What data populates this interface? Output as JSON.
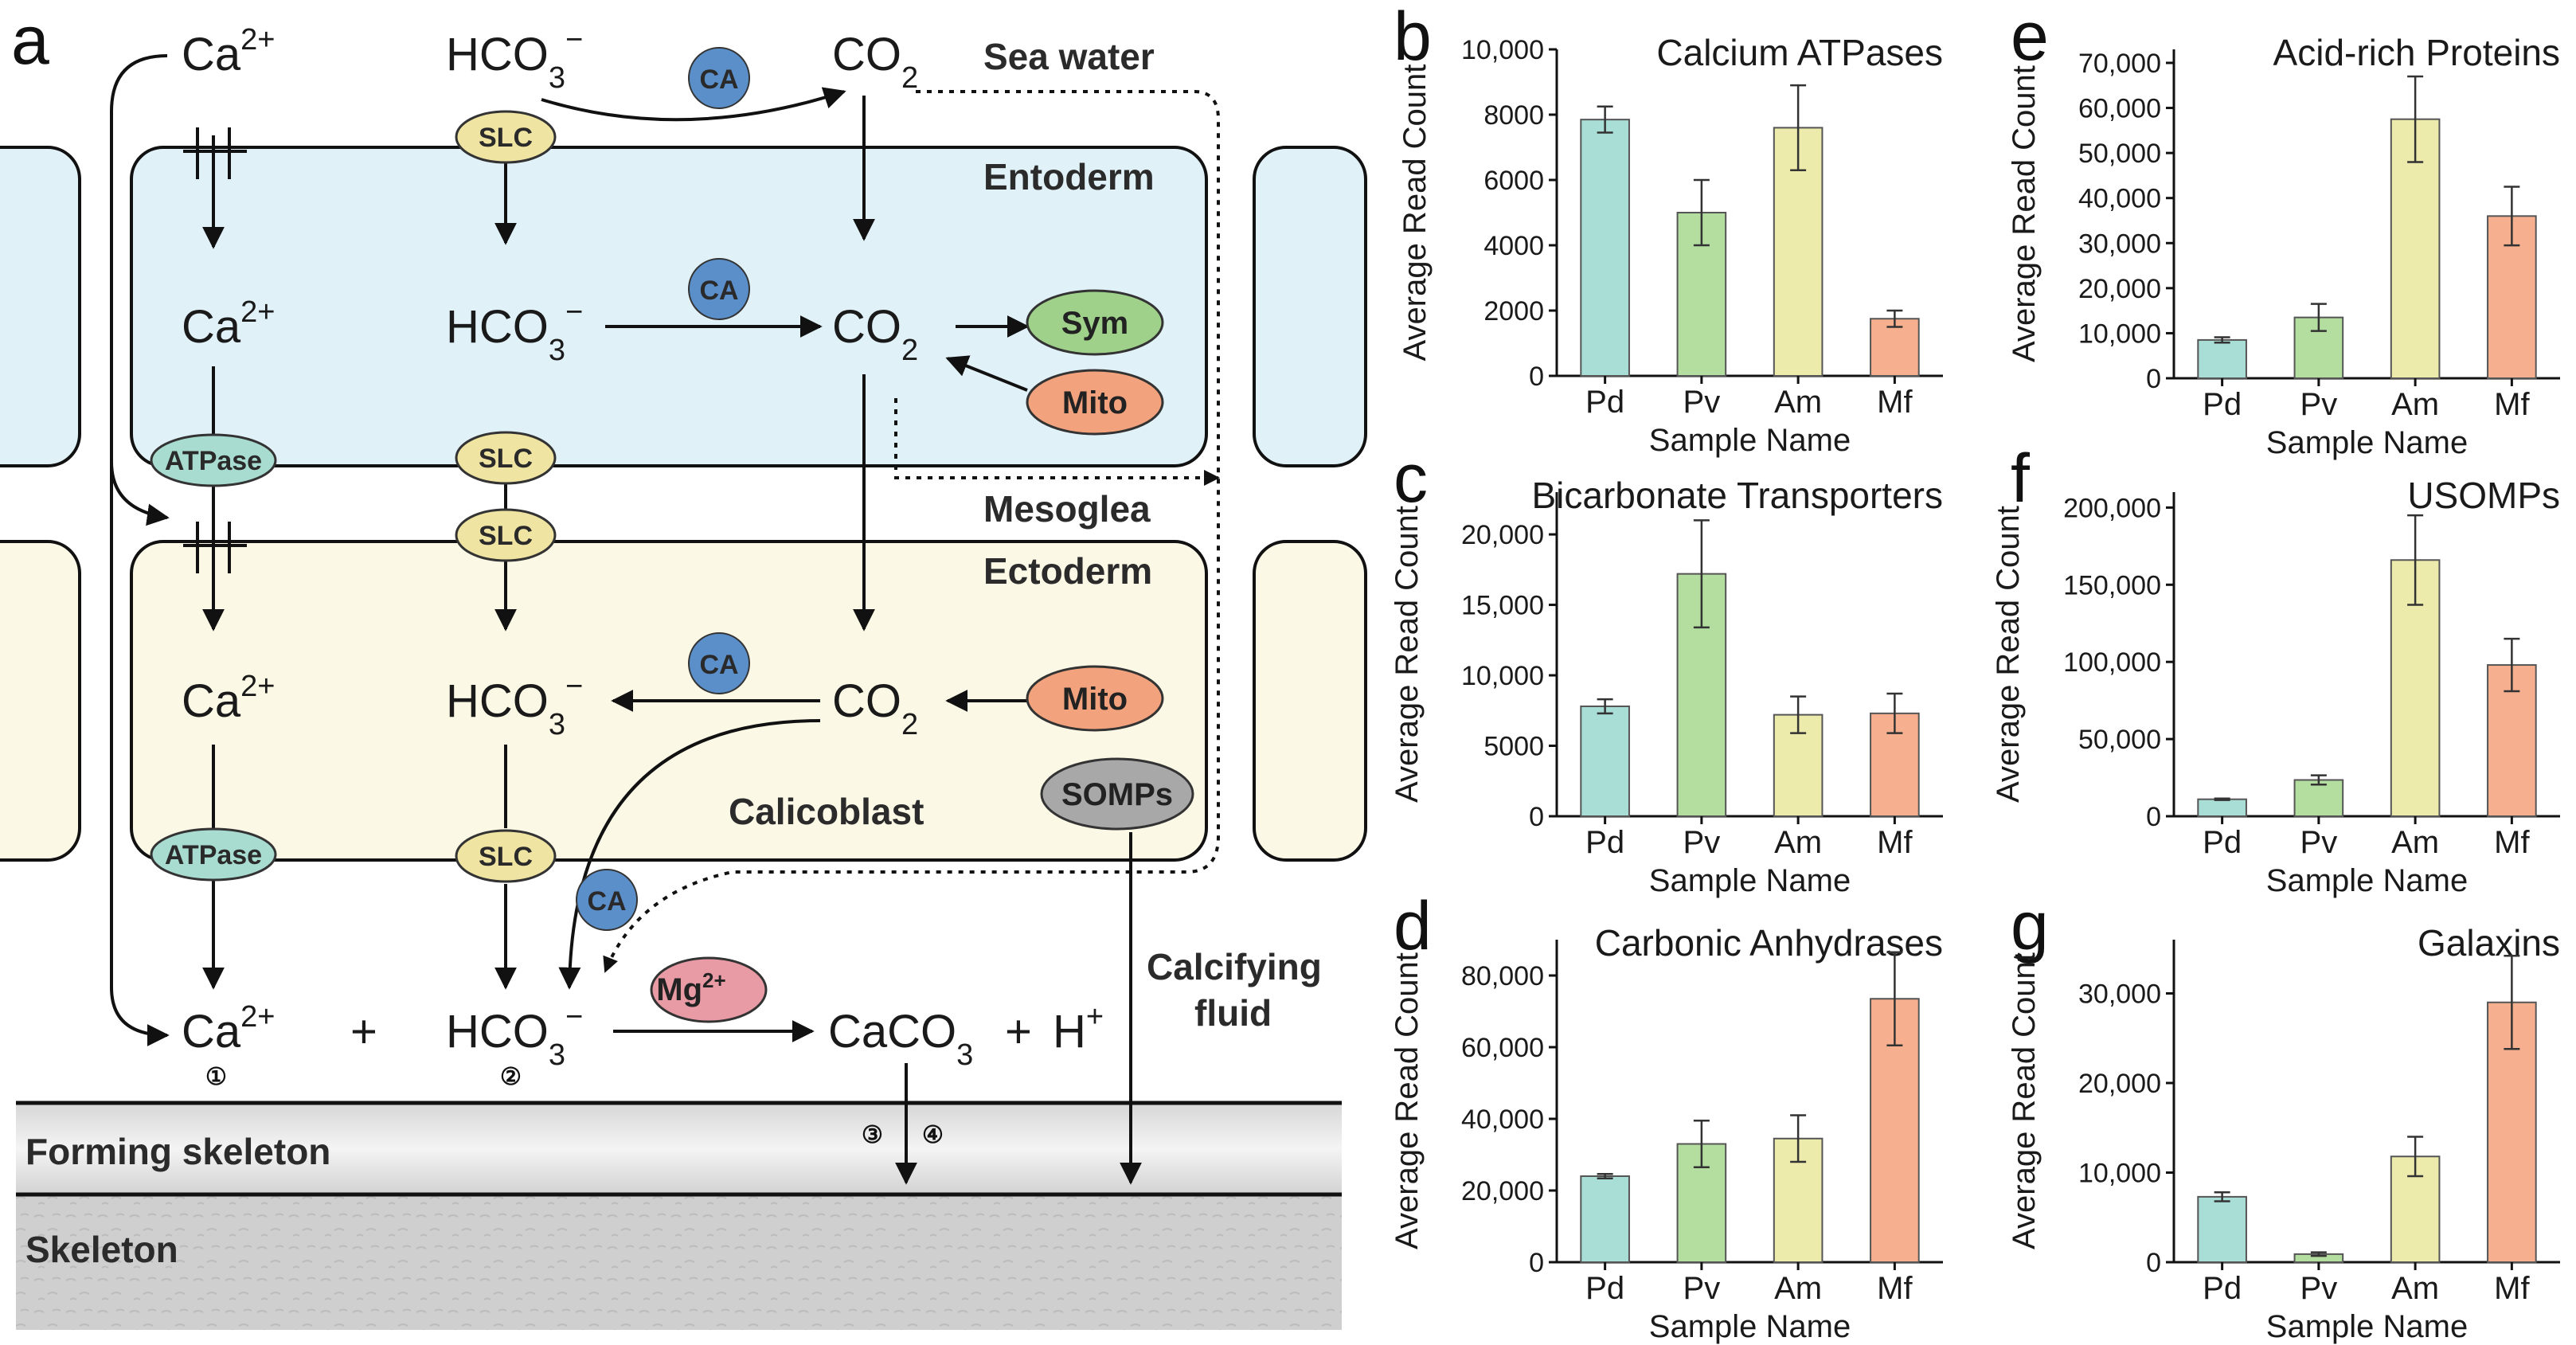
{
  "diagram": {
    "panel_label": "a",
    "compartments": {
      "sea_water": "Sea water",
      "entoderm": "Entoderm",
      "mesoglea": "Mesoglea",
      "ectoderm": "Ectoderm",
      "calicoblast": "Calicoblast",
      "calcifying_fluid": "Calcifying fluid",
      "forming_skeleton": "Forming skeleton",
      "skeleton": "Skeleton"
    },
    "species": {
      "ca": "Ca",
      "ca_charge": "2+",
      "hco3": "HCO",
      "hco3_sub": "3",
      "hco3_charge": "−",
      "co2": "CO",
      "co2_sub": "2",
      "caco3": "CaCO",
      "caco3_sub": "3",
      "plus": "+",
      "h": "H",
      "h_charge": "+",
      "mg": "Mg",
      "mg_charge": "2+"
    },
    "labels": {
      "ca_enzyme": "CA",
      "slc": "SLC",
      "atpase": "ATPase",
      "sym": "Sym",
      "mito": "Mito",
      "somps": "SOMPs"
    },
    "step_numbers": [
      "①",
      "②",
      "③",
      "④"
    ],
    "colors": {
      "entoderm_fill": "#e0f1f8",
      "ectoderm_fill": "#fbf8e5",
      "ca_enzyme": "#5b8fc9",
      "slc": "#efe4a2",
      "atpase": "#a8dcd0",
      "sym": "#9fd18a",
      "mito": "#f2a27c",
      "somps": "#a8a8a8",
      "mg": "#e89aa5"
    }
  },
  "chart_data": [
    {
      "panel": "b",
      "type": "bar",
      "title": "Calcium ATPases",
      "xlabel": "Sample Name",
      "ylabel": "Average Read Count",
      "categories": [
        "Pd",
        "Pv",
        "Am",
        "Mf"
      ],
      "values": [
        7850,
        5000,
        7600,
        1750
      ],
      "errors": [
        400,
        1000,
        1300,
        250
      ],
      "ylim": [
        0,
        10000
      ],
      "yticks": [
        0,
        2000,
        4000,
        6000,
        8000,
        10000
      ],
      "ytick_labels": [
        "0",
        "2000",
        "4000",
        "6000",
        "8000",
        "10,000"
      ]
    },
    {
      "panel": "c",
      "type": "bar",
      "title": "Bicarbonate Transporters",
      "xlabel": "Sample Name",
      "ylabel": "Average Read Count",
      "categories": [
        "Pd",
        "Pv",
        "Am",
        "Mf"
      ],
      "values": [
        7800,
        17200,
        7200,
        7300
      ],
      "errors": [
        500,
        3800,
        1300,
        1400
      ],
      "ylim": [
        0,
        23000
      ],
      "yticks": [
        0,
        5000,
        10000,
        15000,
        20000
      ],
      "ytick_labels": [
        "0",
        "5000",
        "10,000",
        "15,000",
        "20,000"
      ]
    },
    {
      "panel": "d",
      "type": "bar",
      "title": "Carbonic Anhydrases",
      "xlabel": "Sample Name",
      "ylabel": "Average Read Count",
      "categories": [
        "Pd",
        "Pv",
        "Am",
        "Mf"
      ],
      "values": [
        24000,
        33000,
        34500,
        73500
      ],
      "errors": [
        600,
        6500,
        6500,
        13000
      ],
      "ylim": [
        0,
        90000
      ],
      "yticks": [
        0,
        20000,
        40000,
        60000,
        80000
      ],
      "ytick_labels": [
        "0",
        "20,000",
        "40,000",
        "60,000",
        "80,000"
      ]
    },
    {
      "panel": "e",
      "type": "bar",
      "title": "Acid-rich Proteins",
      "xlabel": "Sample Name",
      "ylabel": "Average Read Count",
      "categories": [
        "Pd",
        "Pv",
        "Am",
        "Mf"
      ],
      "values": [
        8500,
        13500,
        57500,
        36000
      ],
      "errors": [
        600,
        3000,
        9500,
        6500
      ],
      "ylim": [
        0,
        73000
      ],
      "yticks": [
        0,
        10000,
        20000,
        30000,
        40000,
        50000,
        60000,
        70000
      ],
      "ytick_labels": [
        "0",
        "10,000",
        "20,000",
        "30,000",
        "40,000",
        "50,000",
        "60,000",
        "70,000"
      ]
    },
    {
      "panel": "f",
      "type": "bar",
      "title": "USOMPs",
      "xlabel": "Sample Name",
      "ylabel": "Average Read Count",
      "categories": [
        "Pd",
        "Pv",
        "Am",
        "Mf"
      ],
      "values": [
        11000,
        23500,
        166000,
        98000
      ],
      "errors": [
        500,
        3000,
        29000,
        17000
      ],
      "ylim": [
        0,
        210000
      ],
      "yticks": [
        0,
        50000,
        100000,
        150000,
        200000
      ],
      "ytick_labels": [
        "0",
        "50,000",
        "100,000",
        "150,000",
        "200,000"
      ]
    },
    {
      "panel": "g",
      "type": "bar",
      "title": "Galaxins",
      "xlabel": "Sample Name",
      "ylabel": "Average Read Count",
      "categories": [
        "Pd",
        "Pv",
        "Am",
        "Mf"
      ],
      "values": [
        7300,
        900,
        11800,
        29000
      ],
      "errors": [
        500,
        200,
        2200,
        5200
      ],
      "ylim": [
        0,
        36000
      ],
      "yticks": [
        0,
        10000,
        20000,
        30000
      ],
      "ytick_labels": [
        "0",
        "10,000",
        "20,000",
        "30,000"
      ]
    }
  ],
  "bar_colors": [
    "#a9ded6",
    "#b3dea0",
    "#ecebab",
    "#f7b08f"
  ],
  "bar_edge": "#555555"
}
